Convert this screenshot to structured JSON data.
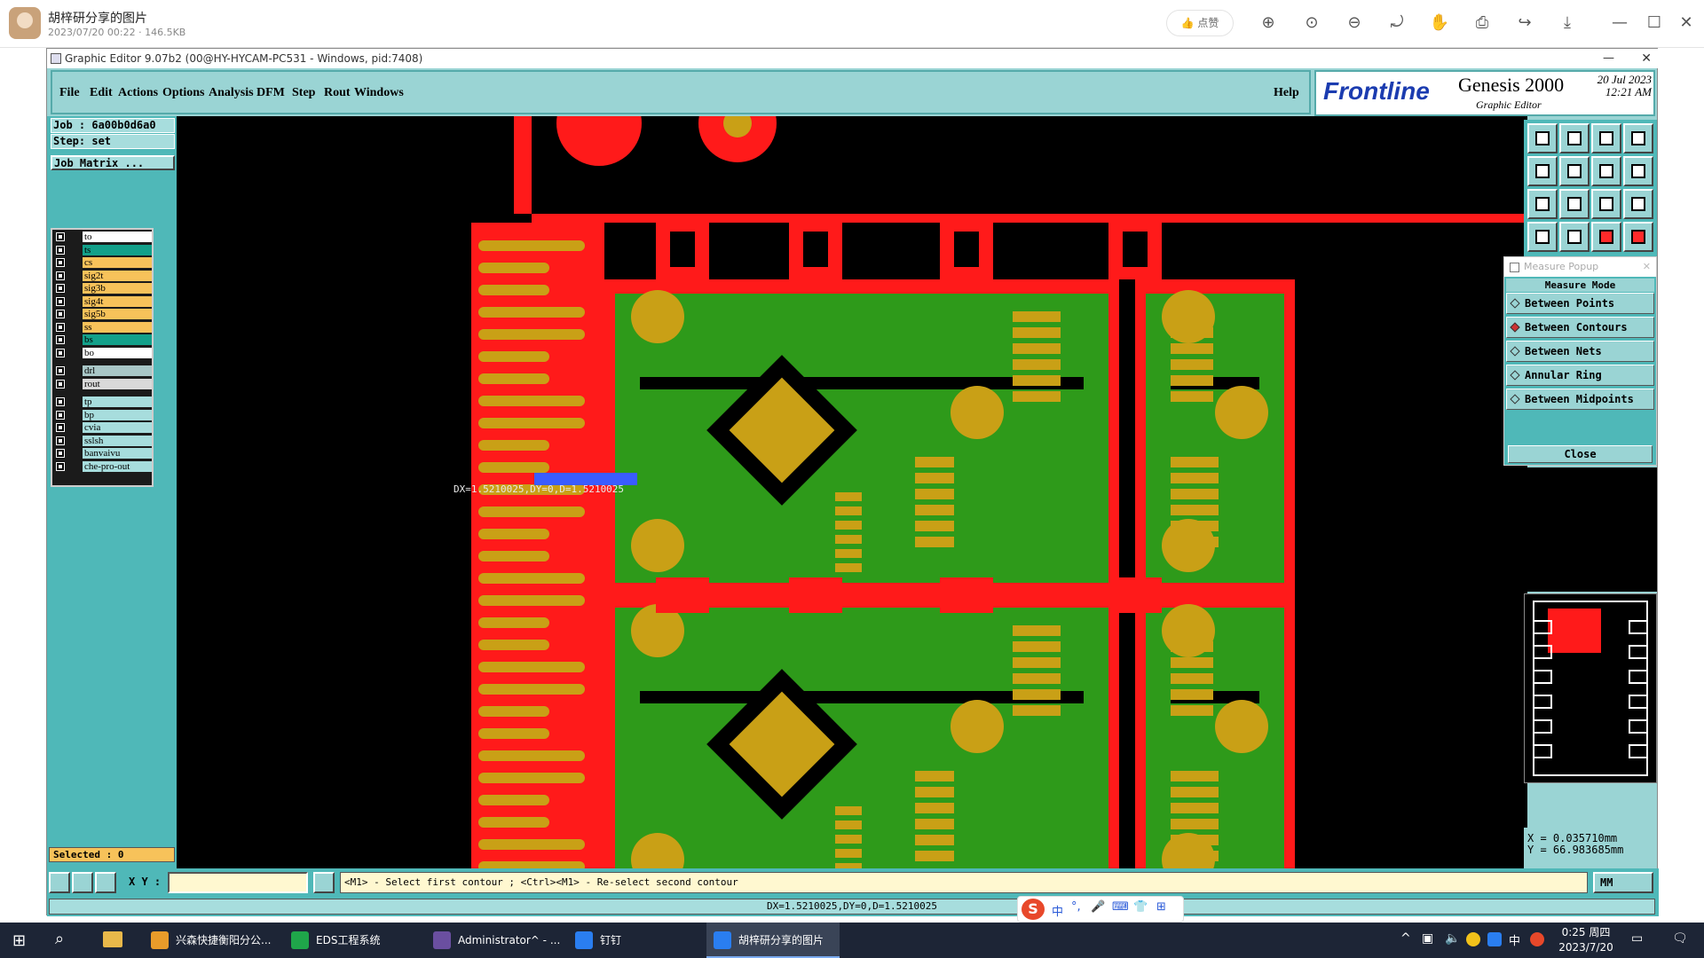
{
  "viewer": {
    "title": "胡梓研分享的图片",
    "subtitle": "2023/07/20 00:22 · 146.5KB",
    "like_label": "点赞",
    "icons": [
      "zoom-in-icon",
      "fit-icon",
      "zoom-out-icon",
      "rotate-icon",
      "hand-icon",
      "print-icon",
      "share-icon",
      "download-icon"
    ]
  },
  "app": {
    "window_title": "Graphic Editor 9.07b2 (00@HY-HYCAM-PC531 - Windows, pid:7408)",
    "menus": [
      "File",
      "Edit",
      "Actions",
      "Options",
      "Analysis",
      "DFM",
      "Step",
      "Rout",
      "Windows"
    ],
    "help_label": "Help",
    "brand": {
      "logo": "Frontline",
      "product": "Genesis 2000",
      "sub": "Graphic Editor",
      "date": "20 Jul 2023",
      "time": "12:21 AM"
    }
  },
  "job": {
    "job_label": "Job : 6a00b0d6a0",
    "step_label": "Step: set",
    "matrix_button": "Job Matrix ..."
  },
  "layers": [
    {
      "name": "to",
      "color": "#ffffff"
    },
    {
      "name": "ts",
      "color": "#13a08a"
    },
    {
      "name": "cs",
      "color": "#f7c25a"
    },
    {
      "name": "sig2t",
      "color": "#f7c25a"
    },
    {
      "name": "sig3b",
      "color": "#f7c25a"
    },
    {
      "name": "sig4t",
      "color": "#f7c25a"
    },
    {
      "name": "sig5b",
      "color": "#f7c25a"
    },
    {
      "name": "ss",
      "color": "#f7c25a"
    },
    {
      "name": "bs",
      "color": "#13a08a"
    },
    {
      "name": "bo",
      "color": "#ffffff"
    },
    {
      "name": "drl",
      "color": "#a9c7c7"
    },
    {
      "name": "rout",
      "color": "#d9d9d9"
    },
    {
      "name": "tp",
      "color": "#a7dddd"
    },
    {
      "name": "bp",
      "color": "#a7dddd"
    },
    {
      "name": "cvia",
      "color": "#a7dddd"
    },
    {
      "name": "sslsh",
      "color": "#a7dddd"
    },
    {
      "name": "banvaivu",
      "color": "#a7dddd"
    },
    {
      "name": "che-pro-out",
      "color": "#a7dddd"
    }
  ],
  "selected_label": "Selected : 0",
  "canvas": {
    "measure_text": "DX=1.5210025,DY=0,D=1.5210025",
    "colors": {
      "board": "#ff1a1a",
      "copper": "#2e9a1a",
      "pad": "#c9a016",
      "background": "#000000",
      "highlight": "#3a5cff"
    }
  },
  "measure_popup": {
    "title": "Measure Popup",
    "mode_label": "Measure Mode",
    "options": [
      {
        "label": "Between Points",
        "selected": false
      },
      {
        "label": "Between Contours",
        "selected": true
      },
      {
        "label": "Between Nets",
        "selected": false
      },
      {
        "label": "Annular Ring",
        "selected": false
      },
      {
        "label": "Between Midpoints",
        "selected": false
      }
    ],
    "close_label": "Close"
  },
  "coords": {
    "x": "X =  0.035710mm",
    "y": "Y = 66.983685mm"
  },
  "status": {
    "xy_label": "X Y :",
    "prompt": "<M1> - Select first contour ; <Ctrl><M1> - Re-select second contour",
    "unit": "MM",
    "readout": "DX=1.5210025,DY=0,D=1.5210025"
  },
  "taskbar": {
    "items": [
      {
        "label": "兴森快捷衡阳分公...",
        "color": "#e89b2a"
      },
      {
        "label": "EDS工程系统",
        "color": "#1fa64a"
      },
      {
        "label": "Administrator^ - ...",
        "color": "#6a4fa0"
      },
      {
        "label": "钉钉",
        "color": "#2a7ef0"
      },
      {
        "label": "胡梓研分享的图片",
        "color": "#2a7ef0"
      }
    ],
    "ime_label": "中",
    "time": "0:25 周四",
    "date": "2023/7/20"
  }
}
